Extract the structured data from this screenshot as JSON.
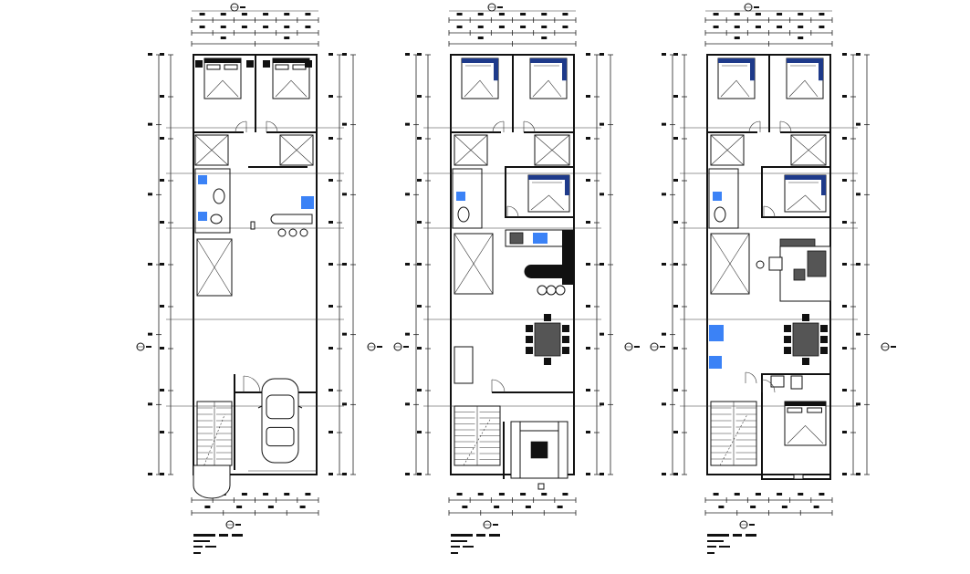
{
  "drawing": {
    "type": "architectural floor plans",
    "background_color": "#ffffff",
    "line_color": "#111111",
    "accent_colors": {
      "bed_cover": "#1e3a8a",
      "fixtures": "#3b82f6"
    }
  },
  "plans": [
    {
      "id": "ground",
      "icons": [
        "bed-icon",
        "bed-icon",
        "car-icon",
        "stair-icon",
        "toilet-icon",
        "sink-icon",
        "stove-icon"
      ]
    },
    {
      "id": "first",
      "icons": [
        "bed-icon",
        "bed-icon",
        "bed-icon",
        "dining-table-icon",
        "sofa-icon",
        "stair-icon",
        "kitchen-icon"
      ]
    },
    {
      "id": "second",
      "icons": [
        "bed-icon",
        "bed-icon",
        "bed-icon",
        "bed-icon",
        "dining-table-icon",
        "sofa-icon",
        "stair-icon"
      ]
    }
  ]
}
